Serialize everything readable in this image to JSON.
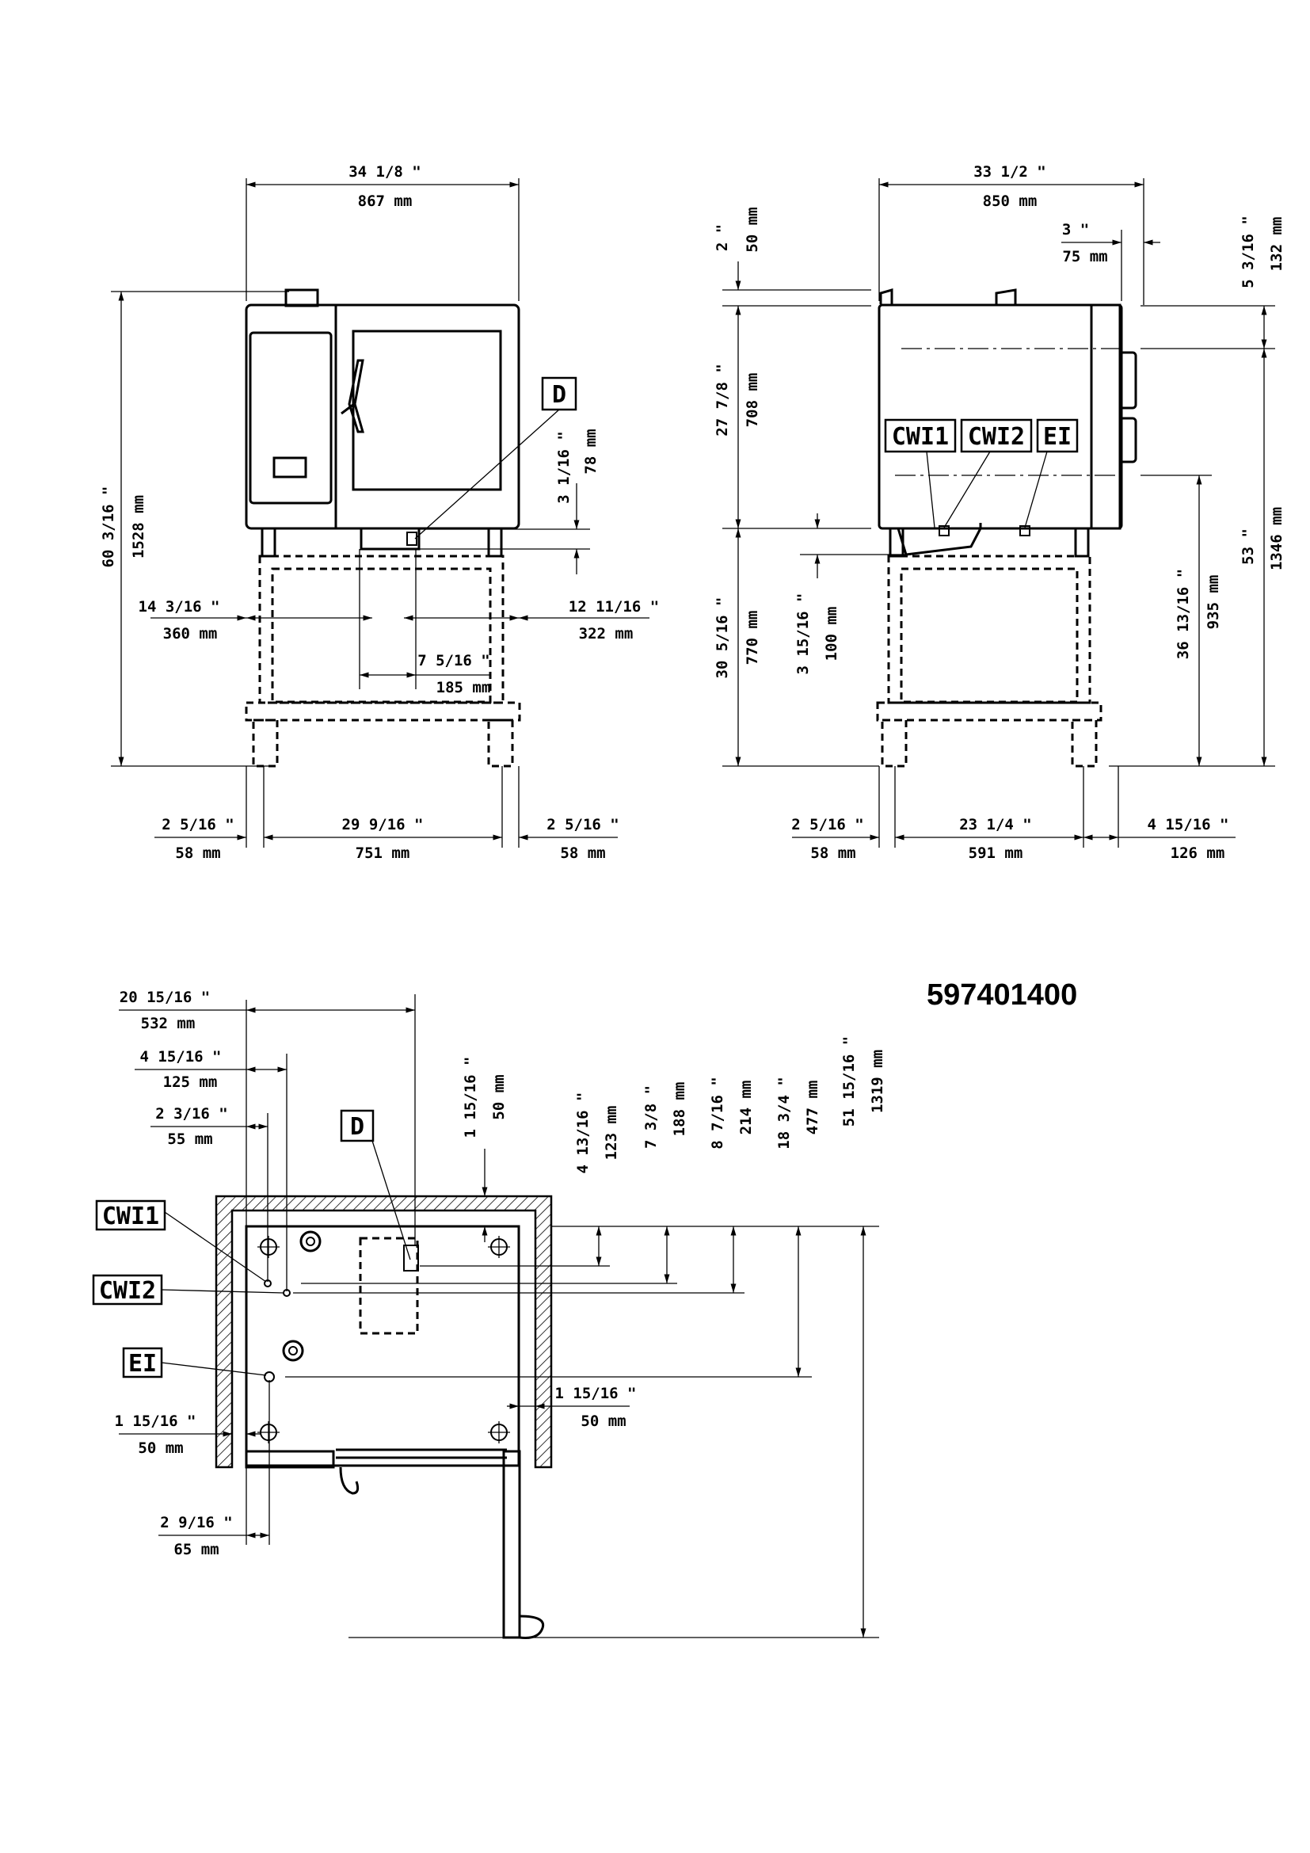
{
  "drawing_number": "597401400",
  "connection_labels": {
    "drain": "D",
    "cold_water_1": "CWI1",
    "cold_water_2": "CWI2",
    "electrical": "EI"
  },
  "front_view": {
    "total_width": {
      "in": "34 1/8 \"",
      "mm": "867 mm"
    },
    "total_height": {
      "in": "60 3/16 \"",
      "mm": "1528 mm"
    },
    "drain_height": {
      "in": "3 1/16 \"",
      "mm": "78 mm"
    },
    "drain_left": {
      "in": "14 3/16 \"",
      "mm": "360 mm"
    },
    "drain_right": {
      "in": "12 11/16 \"",
      "mm": "322 mm"
    },
    "drain_spacing": {
      "in": "7 5/16 \"",
      "mm": "185 mm"
    },
    "leg_left": {
      "in": "2 5/16 \"",
      "mm": "58 mm"
    },
    "leg_span": {
      "in": "29 9/16 \"",
      "mm": "751 mm"
    },
    "leg_right": {
      "in": "2 5/16 \"",
      "mm": "58 mm"
    }
  },
  "side_view": {
    "total_depth": {
      "in": "33 1/2 \"",
      "mm": "850 mm"
    },
    "top_knob": {
      "in": "2 \"",
      "mm": "50 mm"
    },
    "door_offset": {
      "in": "3 \"",
      "mm": "75 mm"
    },
    "handle_top": {
      "in": "5 3/16 \"",
      "mm": "132 mm"
    },
    "oven_height": {
      "in": "27 7/8 \"",
      "mm": "708 mm"
    },
    "drain_height": {
      "in": "3 15/16 \"",
      "mm": "100 mm"
    },
    "stand_height": {
      "in": "30 5/16 \"",
      "mm": "770 mm"
    },
    "connection_height": {
      "in": "36 13/16 \"",
      "mm": "935 mm"
    },
    "overall_height": {
      "in": "53 \"",
      "mm": "1346 mm"
    },
    "leg_left": {
      "in": "2 5/16 \"",
      "mm": "58 mm"
    },
    "leg_span": {
      "in": "23 1/4 \"",
      "mm": "591 mm"
    },
    "door_projection": {
      "in": "4 15/16 \"",
      "mm": "126 mm"
    }
  },
  "top_view": {
    "drain_x": {
      "in": "20 15/16 \"",
      "mm": "532 mm"
    },
    "cwi2_x": {
      "in": "4 15/16 \"",
      "mm": "125 mm"
    },
    "cwi1_x": {
      "in": "2 3/16 \"",
      "mm": "55 mm"
    },
    "top_clearance": {
      "in": "1 15/16 \"",
      "mm": "50 mm"
    },
    "drain_y": {
      "in": "4 13/16 \"",
      "mm": "123 mm"
    },
    "cwi1_y": {
      "in": "7 3/8 \"",
      "mm": "188 mm"
    },
    "cwi2_y": {
      "in": "8 7/16 \"",
      "mm": "214 mm"
    },
    "ei_y": {
      "in": "18 3/4 \"",
      "mm": "477 mm"
    },
    "door_open_depth": {
      "in": "51 15/16 \"",
      "mm": "1319 mm"
    },
    "right_clearance": {
      "in": "1 15/16 \"",
      "mm": "50 mm"
    },
    "left_clearance": {
      "in": "1 15/16 \"",
      "mm": "50 mm"
    },
    "ei_x": {
      "in": "2 9/16 \"",
      "mm": "65 mm"
    }
  }
}
